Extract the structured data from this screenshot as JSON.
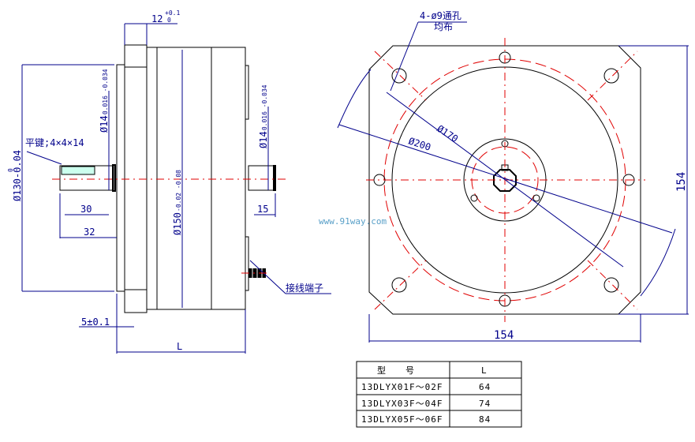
{
  "side_view": {
    "flange_thickness": "12",
    "flange_tol_upper": "+0.1",
    "flange_tol_lower": "0",
    "pilot_dia": "Ø130-0.04",
    "pilot_tol_upper": "0",
    "shaft_dia_front": "Ø14",
    "shaft_dia_front_tol": "-0.016 -0.034",
    "shaft_dia_rear": "Ø14",
    "shaft_dia_rear_tol": "-0.016 -0.034",
    "key_label": "平键;4×4×14",
    "dim_30": "30",
    "dim_32": "32",
    "body_dia": "Ø150",
    "body_dia_tol": "-0.02 -0.08",
    "dim_15": "15",
    "dim_5": "5±0.1",
    "dim_L": "L",
    "terminal_label": "接线端子"
  },
  "front_view": {
    "holes_label": "4-ø9通孔",
    "holes_label_2": "均布",
    "dia_170": "Ø170",
    "dia_200": "Ø200",
    "width": "154",
    "height": "154"
  },
  "watermark": "www.91way.com",
  "table": {
    "headers": [
      "型　　号",
      "L"
    ],
    "rows": [
      [
        "13DLYX01F～02F",
        "64"
      ],
      [
        "13DLYX03F～04F",
        "74"
      ],
      [
        "13DLYX05F～06F",
        "84"
      ]
    ]
  },
  "colors": {
    "dimension": "#00008b",
    "centerline": "#e00000",
    "outline": "#000000"
  }
}
